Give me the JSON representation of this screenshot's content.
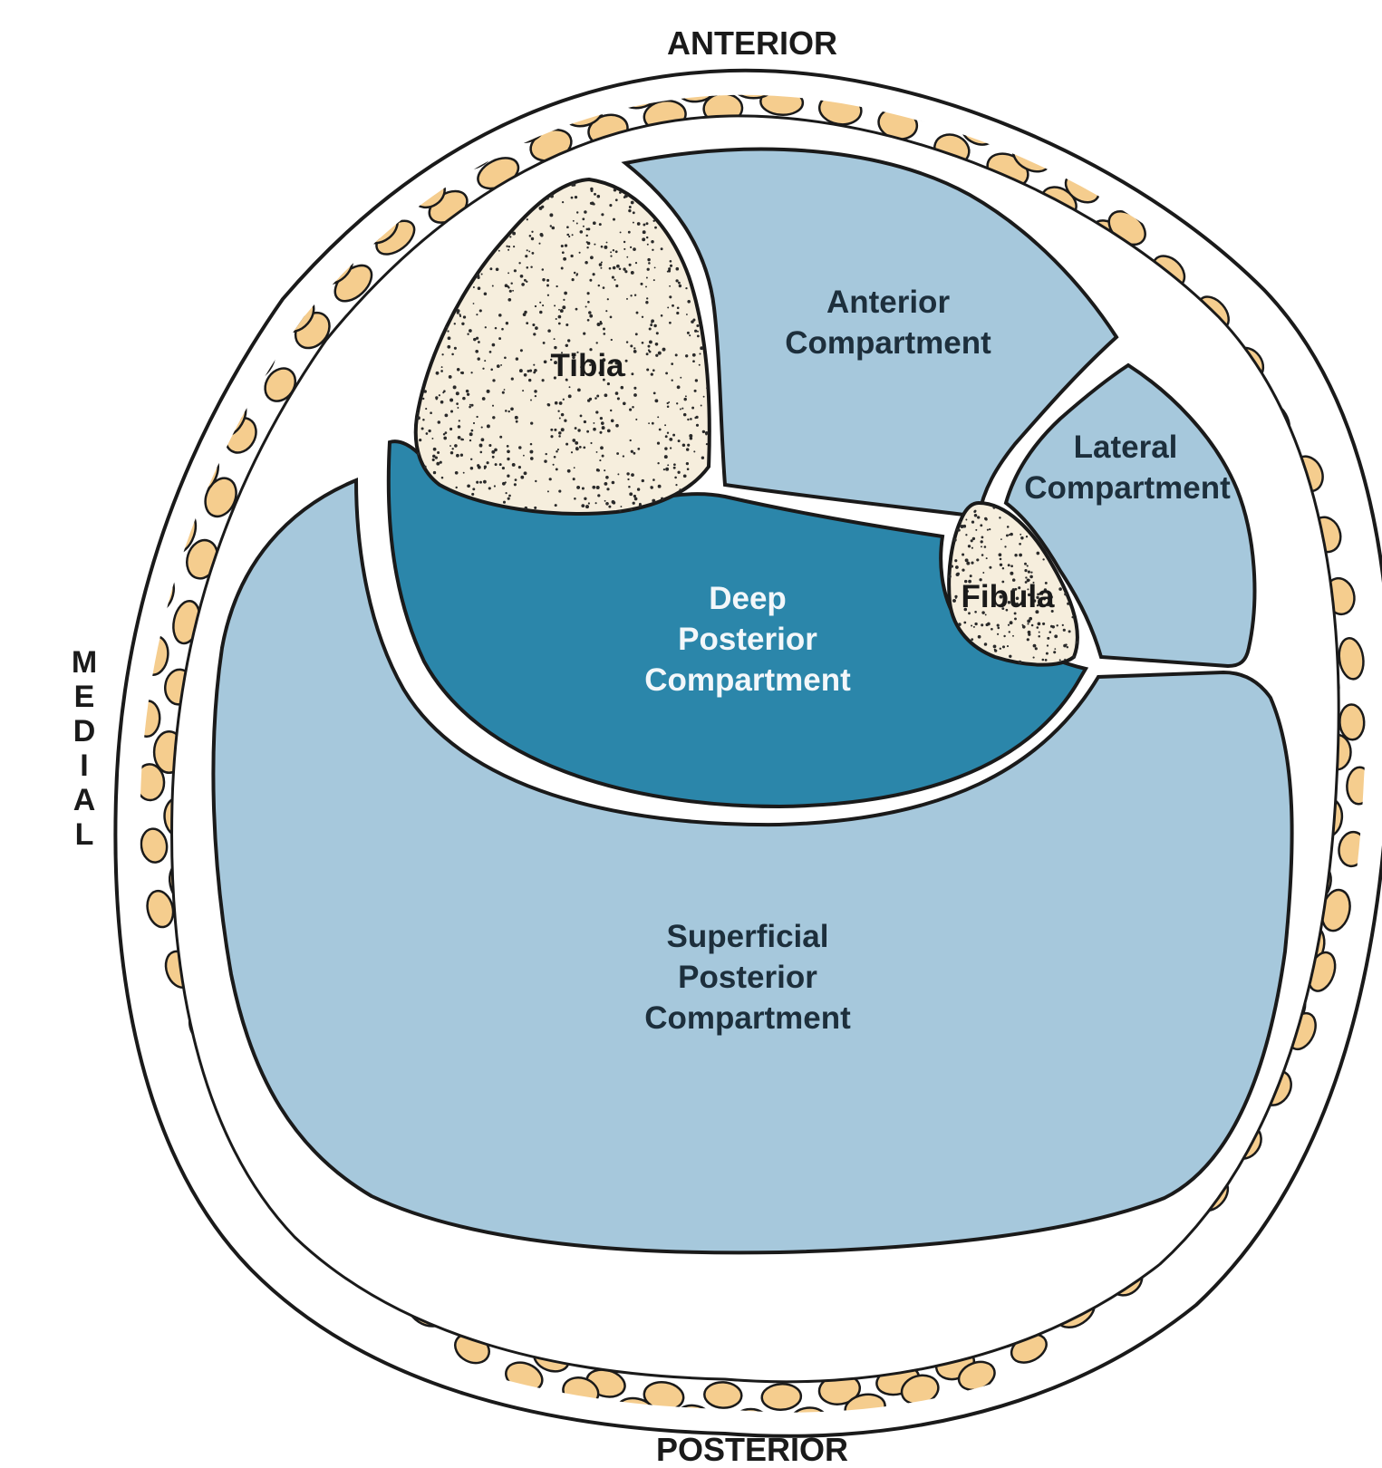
{
  "orientation": {
    "anterior": "ANTERIOR",
    "posterior": "POSTERIOR",
    "medial_letters": [
      "M",
      "E",
      "D",
      "I",
      "A",
      "L"
    ]
  },
  "structures": {
    "tibia": "Tibia",
    "fibula": "Fibula",
    "anterior_compartment": [
      "Anterior",
      "Compartment"
    ],
    "lateral_compartment": [
      "Lateral",
      "Compartment"
    ],
    "deep_posterior_compartment": [
      "Deep",
      "Posterior",
      "Compartment"
    ],
    "superficial_posterior_compartment": [
      "Superficial",
      "Posterior",
      "Compartment"
    ]
  },
  "colors": {
    "compartment_light": "#a6c8dc",
    "compartment_deep": "#2b86aa",
    "bone": "#f6eedd",
    "fat": "#f5cd8e",
    "outline": "#1a1a1a"
  }
}
